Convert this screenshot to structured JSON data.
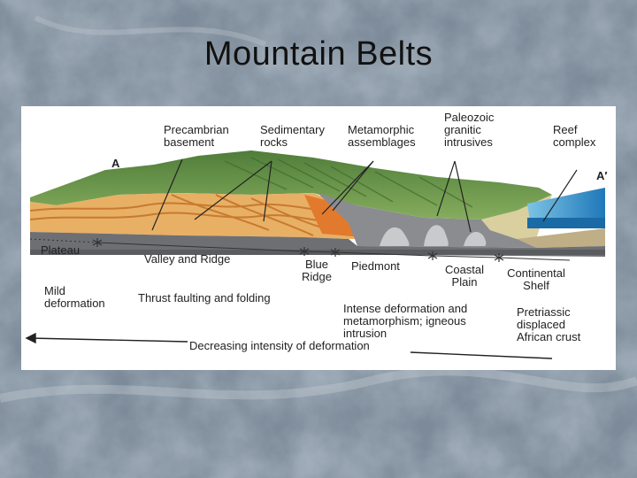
{
  "slide": {
    "title": "Mountain Belts"
  },
  "figure": {
    "section_start": "A",
    "section_end": "A′",
    "callouts": {
      "precambrian": "Precambrian\nbasement",
      "sedimentary": "Sedimentary\nrocks",
      "metamorphic": "Metamorphic\nassemblages",
      "paleozoic": "Paleozoic\ngranitic\nintrusives",
      "reef": "Reef\ncomplex"
    },
    "regions": {
      "plateau": "Plateau",
      "valley_ridge": "Valley and Ridge",
      "blue_ridge": "Blue\nRidge",
      "piedmont": "Piedmont",
      "coastal_plain": "Coastal\nPlain",
      "continental_shelf": "Continental\nShelf"
    },
    "deformation": {
      "mild": "Mild\ndeformation",
      "thrust": "Thrust faulting and folding",
      "intense": "Intense deformation and\nmetamorphism; igneous\nintrusion",
      "pretriassic": "Pretriassic\ndisplaced\nAfrican crust"
    },
    "arrow_label": "Decreasing intensity of deformation"
  },
  "colors": {
    "surface_green": "#6f9a4e",
    "sediment_orange": "#e3a14e",
    "metamorphic_gray": "#8b8d90",
    "ocean_blue": "#2f8fc8"
  }
}
